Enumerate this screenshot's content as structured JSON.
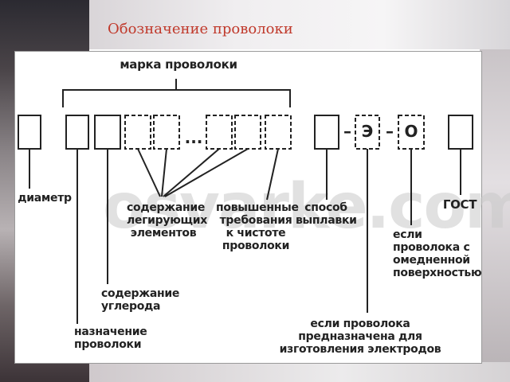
{
  "slide": {
    "title": "Обозначение проволоки"
  },
  "diagram": {
    "watermark": "osvarke.com",
    "labels": {
      "wire_grade": "марка проволоки",
      "diameter": "диаметр",
      "alloying_elements": "содержание легирующих элементов",
      "purity": "повышенные требования к чистоте проволоки",
      "melting_method": "способ выплавки",
      "gost": "ГОСТ",
      "copper_surface": "если проволока с омедненной поверхностью",
      "carbon": "содержание углерода",
      "wire_purpose": "назначение проволоки",
      "electrodes": "если проволока предназначена для изготовления электродов"
    },
    "box_symbols": {
      "ellipsis": "...",
      "dash1": "–",
      "e": "Э",
      "dash2": "–",
      "o": "О"
    }
  }
}
